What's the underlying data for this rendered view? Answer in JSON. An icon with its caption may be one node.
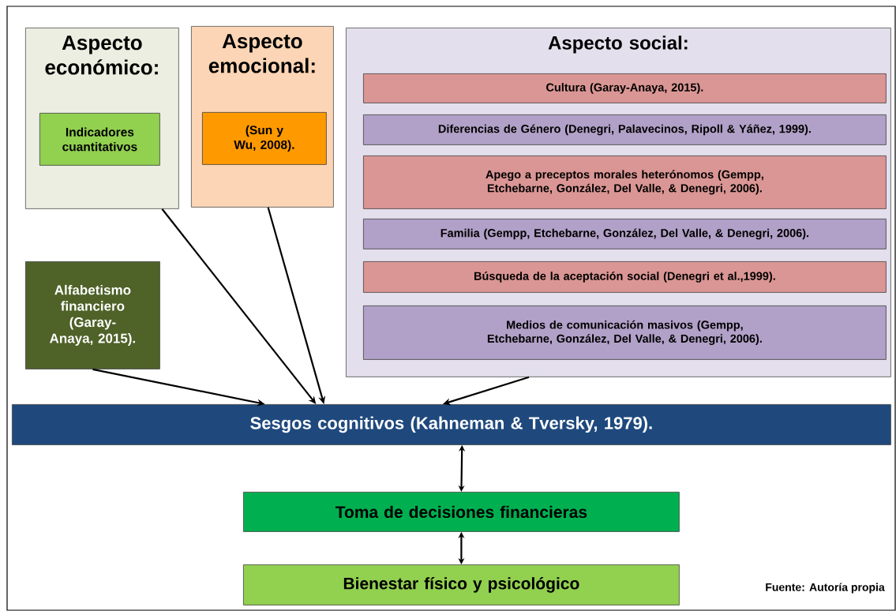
{
  "diagram": {
    "nodes": [
      {
        "text": [
          "Aspecto económico:"
        ]
      },
      {
        "text": [
          "Indicadores cuantitativos"
        ],
        "in": 0
      },
      {
        "text": [
          "Aspecto emocional:"
        ]
      },
      {
        "text": [
          "(Sun y Wu, 2008)."
        ],
        "in": 2
      },
      {
        "text": [
          "Aspecto social:"
        ]
      },
      {
        "text": [
          "Cultura (Garay-Anaya, 2015)."
        ],
        "in": 4
      },
      {
        "text": [
          "Diferencias de Género (Denegri, Palavecinos, Ripoll & Yáñez, 1999)."
        ],
        "in": 4
      },
      {
        "text": [
          "Apego a preceptos morales heterónomos (Gempp, Etchebarne, González, Del Valle, & Denegri, 2006)."
        ],
        "in": 4
      },
      {
        "text": [
          "Familia (Gempp, Etchebarne, González, Del Valle, & Denegri, 2006)."
        ],
        "in": 4
      },
      {
        "text": [
          "Búsqueda de la aceptación social (Denegri et al.,1999)."
        ],
        "in": 4
      },
      {
        "text": [
          "Medios de comunicación masivos (Gempp, Etchebarne, González, Del Valle, & Denegri, 2006)."
        ],
        "in": 4
      },
      {
        "text": [
          "Alfabetismo financiero (Garay-Anaya, 2015)."
        ]
      },
      {
        "text": [
          "Sesgos cognitivos (Kahneman & Tversky, 1979)."
        ]
      },
      {
        "text": [
          "Toma de decisiones financieras"
        ]
      },
      {
        "text": [
          "Bienestar físico y psicológico"
        ]
      }
    ],
    "edges": [
      {
        "from": 0,
        "to": 12,
        "arrow": "to"
      },
      {
        "from": 2,
        "to": 12,
        "arrow": "to"
      },
      {
        "from": 11,
        "to": 12,
        "arrow": "to"
      },
      {
        "from": 4,
        "to": 12,
        "arrow": "to"
      },
      {
        "from": 12,
        "to": 13,
        "arrow": "both"
      },
      {
        "from": 13,
        "to": 14,
        "arrow": "both"
      }
    ],
    "labels": [
      "Fuente: Autoría propia"
    ]
  }
}
